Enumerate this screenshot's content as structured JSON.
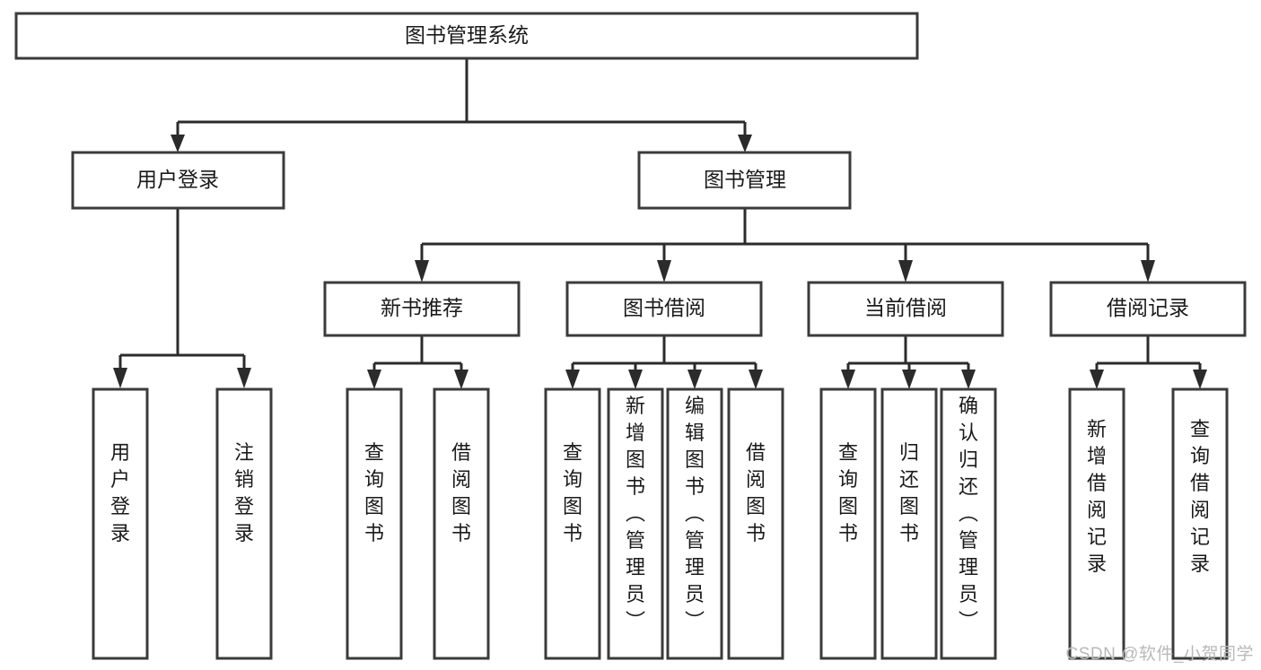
{
  "diagram": {
    "type": "tree-hierarchy-chart",
    "title": "图书管理系统",
    "watermark": "CSDN @软件_小贺同学",
    "colors": {
      "background": "#ffffff",
      "box_stroke": "#3b3b3b",
      "connector": "#2b2b2b",
      "text": "#1a1a1a",
      "watermark": "#b9b9b9"
    },
    "levels": {
      "level1": [
        {
          "id": "root",
          "label": "图书管理系统",
          "orientation": "horizontal"
        }
      ],
      "level2": [
        {
          "id": "user-login",
          "label": "用户登录",
          "orientation": "horizontal",
          "parent": "root"
        },
        {
          "id": "book-manage",
          "label": "图书管理",
          "orientation": "horizontal",
          "parent": "root"
        }
      ],
      "level3": [
        {
          "id": "new-book-rec",
          "label": "新书推荐",
          "orientation": "horizontal",
          "parent": "book-manage"
        },
        {
          "id": "book-borrow",
          "label": "图书借阅",
          "orientation": "horizontal",
          "parent": "book-manage"
        },
        {
          "id": "current-borrow",
          "label": "当前借阅",
          "orientation": "horizontal",
          "parent": "book-manage"
        },
        {
          "id": "borrow-record",
          "label": "借阅记录",
          "orientation": "horizontal",
          "parent": "book-manage"
        }
      ],
      "level4": [
        {
          "id": "leaf-user-login",
          "label": "用户登录",
          "orientation": "vertical",
          "parent": "user-login"
        },
        {
          "id": "leaf-logout",
          "label": "注销登录",
          "orientation": "vertical",
          "parent": "user-login"
        },
        {
          "id": "leaf-query-book-1",
          "label": "查询图书",
          "orientation": "vertical",
          "parent": "new-book-rec"
        },
        {
          "id": "leaf-borrow-book-1",
          "label": "借阅图书",
          "orientation": "vertical",
          "parent": "new-book-rec"
        },
        {
          "id": "leaf-query-book-2",
          "label": "查询图书",
          "orientation": "vertical",
          "parent": "book-borrow"
        },
        {
          "id": "leaf-add-book",
          "label": "新增图书（管理员）",
          "orientation": "vertical",
          "parent": "book-borrow"
        },
        {
          "id": "leaf-edit-book",
          "label": "编辑图书（管理员）",
          "orientation": "vertical",
          "parent": "book-borrow"
        },
        {
          "id": "leaf-borrow-book-2",
          "label": "借阅图书",
          "orientation": "vertical",
          "parent": "book-borrow"
        },
        {
          "id": "leaf-query-book-3",
          "label": "查询图书",
          "orientation": "vertical",
          "parent": "current-borrow"
        },
        {
          "id": "leaf-return-book",
          "label": "归还图书",
          "orientation": "vertical",
          "parent": "current-borrow"
        },
        {
          "id": "leaf-confirm-return",
          "label": "确认归还（管理员）",
          "orientation": "vertical",
          "parent": "current-borrow"
        },
        {
          "id": "leaf-add-record",
          "label": "新增借阅记录",
          "orientation": "vertical",
          "parent": "borrow-record"
        },
        {
          "id": "leaf-query-record",
          "label": "查询借阅记录",
          "orientation": "vertical",
          "parent": "borrow-record"
        }
      ]
    }
  }
}
